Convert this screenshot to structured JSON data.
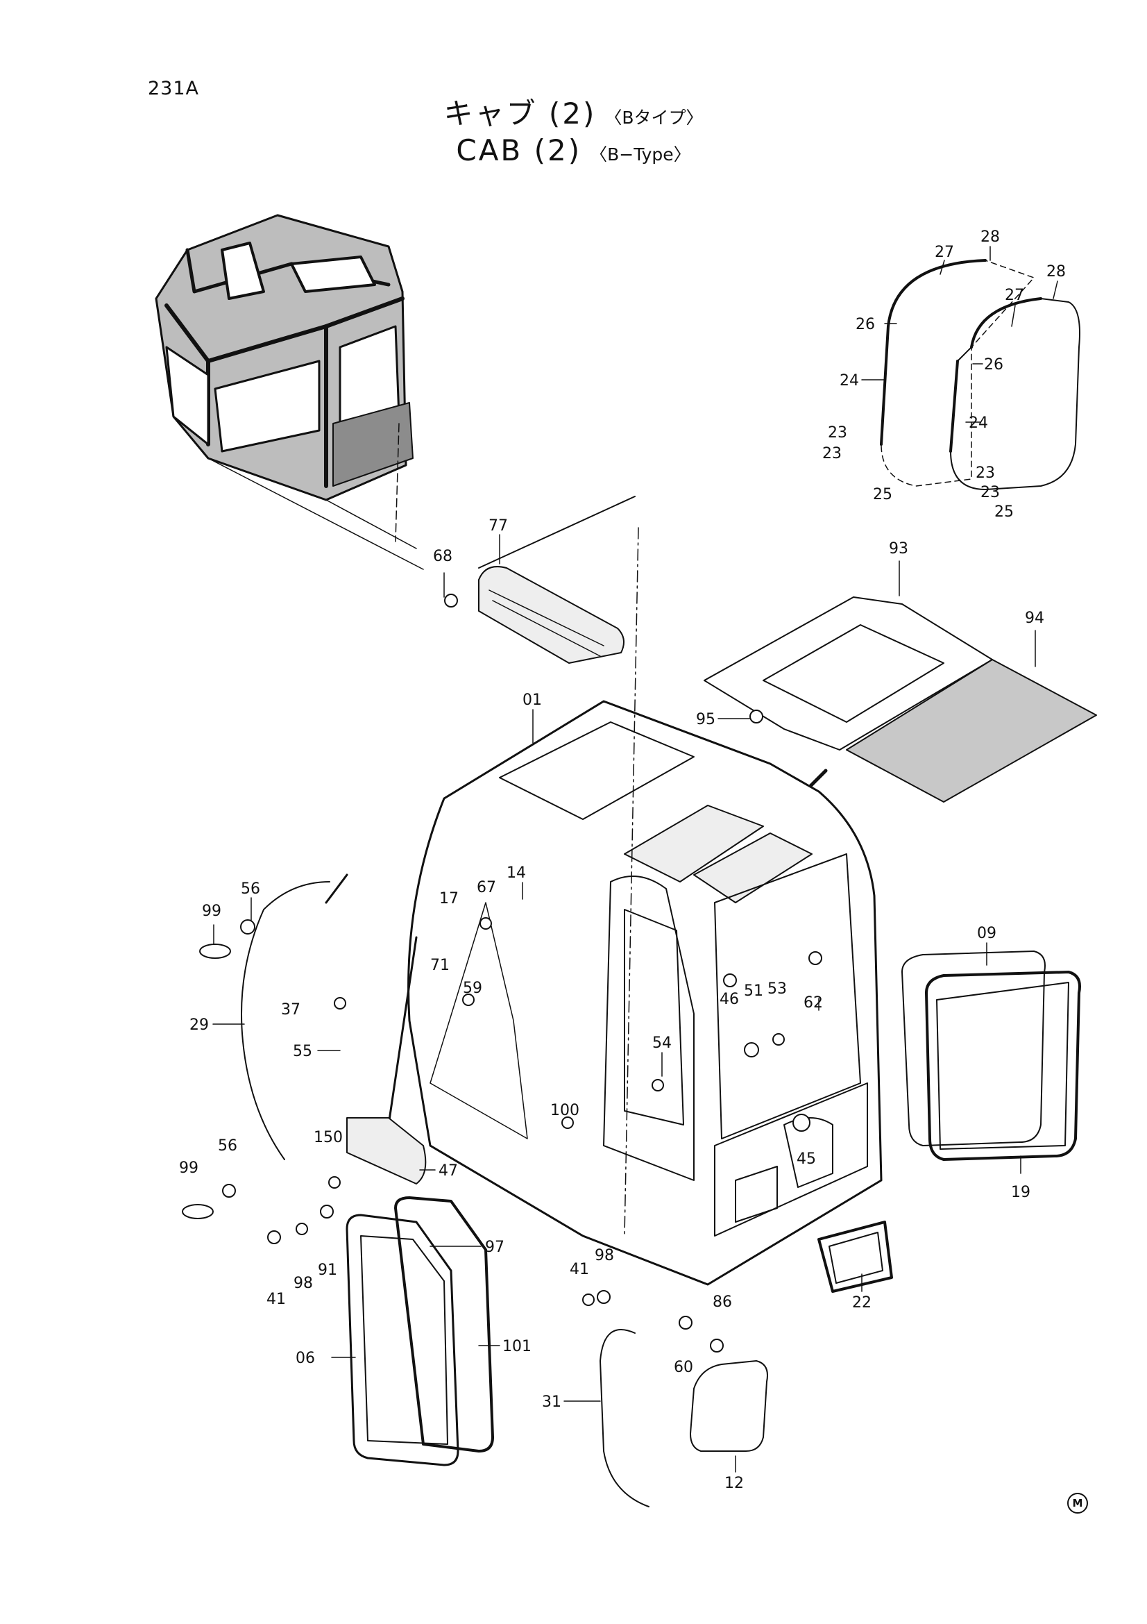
{
  "page_code": "231A",
  "title": {
    "jp_main": "キャブ (2)",
    "jp_sub": "〈Bタイプ〉",
    "en_main": "CAB (2)",
    "en_sub": "〈B−Type〉"
  },
  "corner_mark": "M",
  "callouts": [
    {
      "id": "c-28a",
      "text": "28"
    },
    {
      "id": "c-27a",
      "text": "27"
    },
    {
      "id": "c-28b",
      "text": "28"
    },
    {
      "id": "c-27b",
      "text": "27"
    },
    {
      "id": "c-26a",
      "text": "26"
    },
    {
      "id": "c-26b",
      "text": "26"
    },
    {
      "id": "c-24a",
      "text": "24"
    },
    {
      "id": "c-24b",
      "text": "24"
    },
    {
      "id": "c-23a",
      "text": "23"
    },
    {
      "id": "c-23b",
      "text": "23"
    },
    {
      "id": "c-23c",
      "text": "23"
    },
    {
      "id": "c-23d",
      "text": "23"
    },
    {
      "id": "c-25a",
      "text": "25"
    },
    {
      "id": "c-25b",
      "text": "25"
    },
    {
      "id": "c-77",
      "text": "77"
    },
    {
      "id": "c-68",
      "text": "68"
    },
    {
      "id": "c-93",
      "text": "93"
    },
    {
      "id": "c-94",
      "text": "94"
    },
    {
      "id": "c-95",
      "text": "95"
    },
    {
      "id": "c-01",
      "text": "01"
    },
    {
      "id": "c-56a",
      "text": "56"
    },
    {
      "id": "c-99a",
      "text": "99"
    },
    {
      "id": "c-67",
      "text": "67"
    },
    {
      "id": "c-14",
      "text": "14"
    },
    {
      "id": "c-17",
      "text": "17"
    },
    {
      "id": "c-71",
      "text": "71"
    },
    {
      "id": "c-59",
      "text": "59"
    },
    {
      "id": "c-37",
      "text": "37"
    },
    {
      "id": "c-29",
      "text": "29"
    },
    {
      "id": "c-55",
      "text": "55"
    },
    {
      "id": "c-09",
      "text": "09"
    },
    {
      "id": "c-46",
      "text": "46"
    },
    {
      "id": "c-51",
      "text": "51"
    },
    {
      "id": "c-53",
      "text": "53"
    },
    {
      "id": "c-62",
      "text": "62"
    },
    {
      "id": "c-54",
      "text": "54"
    },
    {
      "id": "c-100",
      "text": "100"
    },
    {
      "id": "c-45",
      "text": "45"
    },
    {
      "id": "c-19",
      "text": "19"
    },
    {
      "id": "c-56b",
      "text": "56"
    },
    {
      "id": "c-150",
      "text": "150"
    },
    {
      "id": "c-47",
      "text": "47"
    },
    {
      "id": "c-99b",
      "text": "99"
    },
    {
      "id": "c-97",
      "text": "97"
    },
    {
      "id": "c-41a",
      "text": "41"
    },
    {
      "id": "c-98a",
      "text": "98"
    },
    {
      "id": "c-91",
      "text": "91"
    },
    {
      "id": "c-98b",
      "text": "98"
    },
    {
      "id": "c-41b",
      "text": "41"
    },
    {
      "id": "c-22",
      "text": "22"
    },
    {
      "id": "c-86",
      "text": "86"
    },
    {
      "id": "c-06",
      "text": "06"
    },
    {
      "id": "c-101",
      "text": "101"
    },
    {
      "id": "c-60",
      "text": "60"
    },
    {
      "id": "c-31",
      "text": "31"
    },
    {
      "id": "c-12",
      "text": "12"
    }
  ]
}
